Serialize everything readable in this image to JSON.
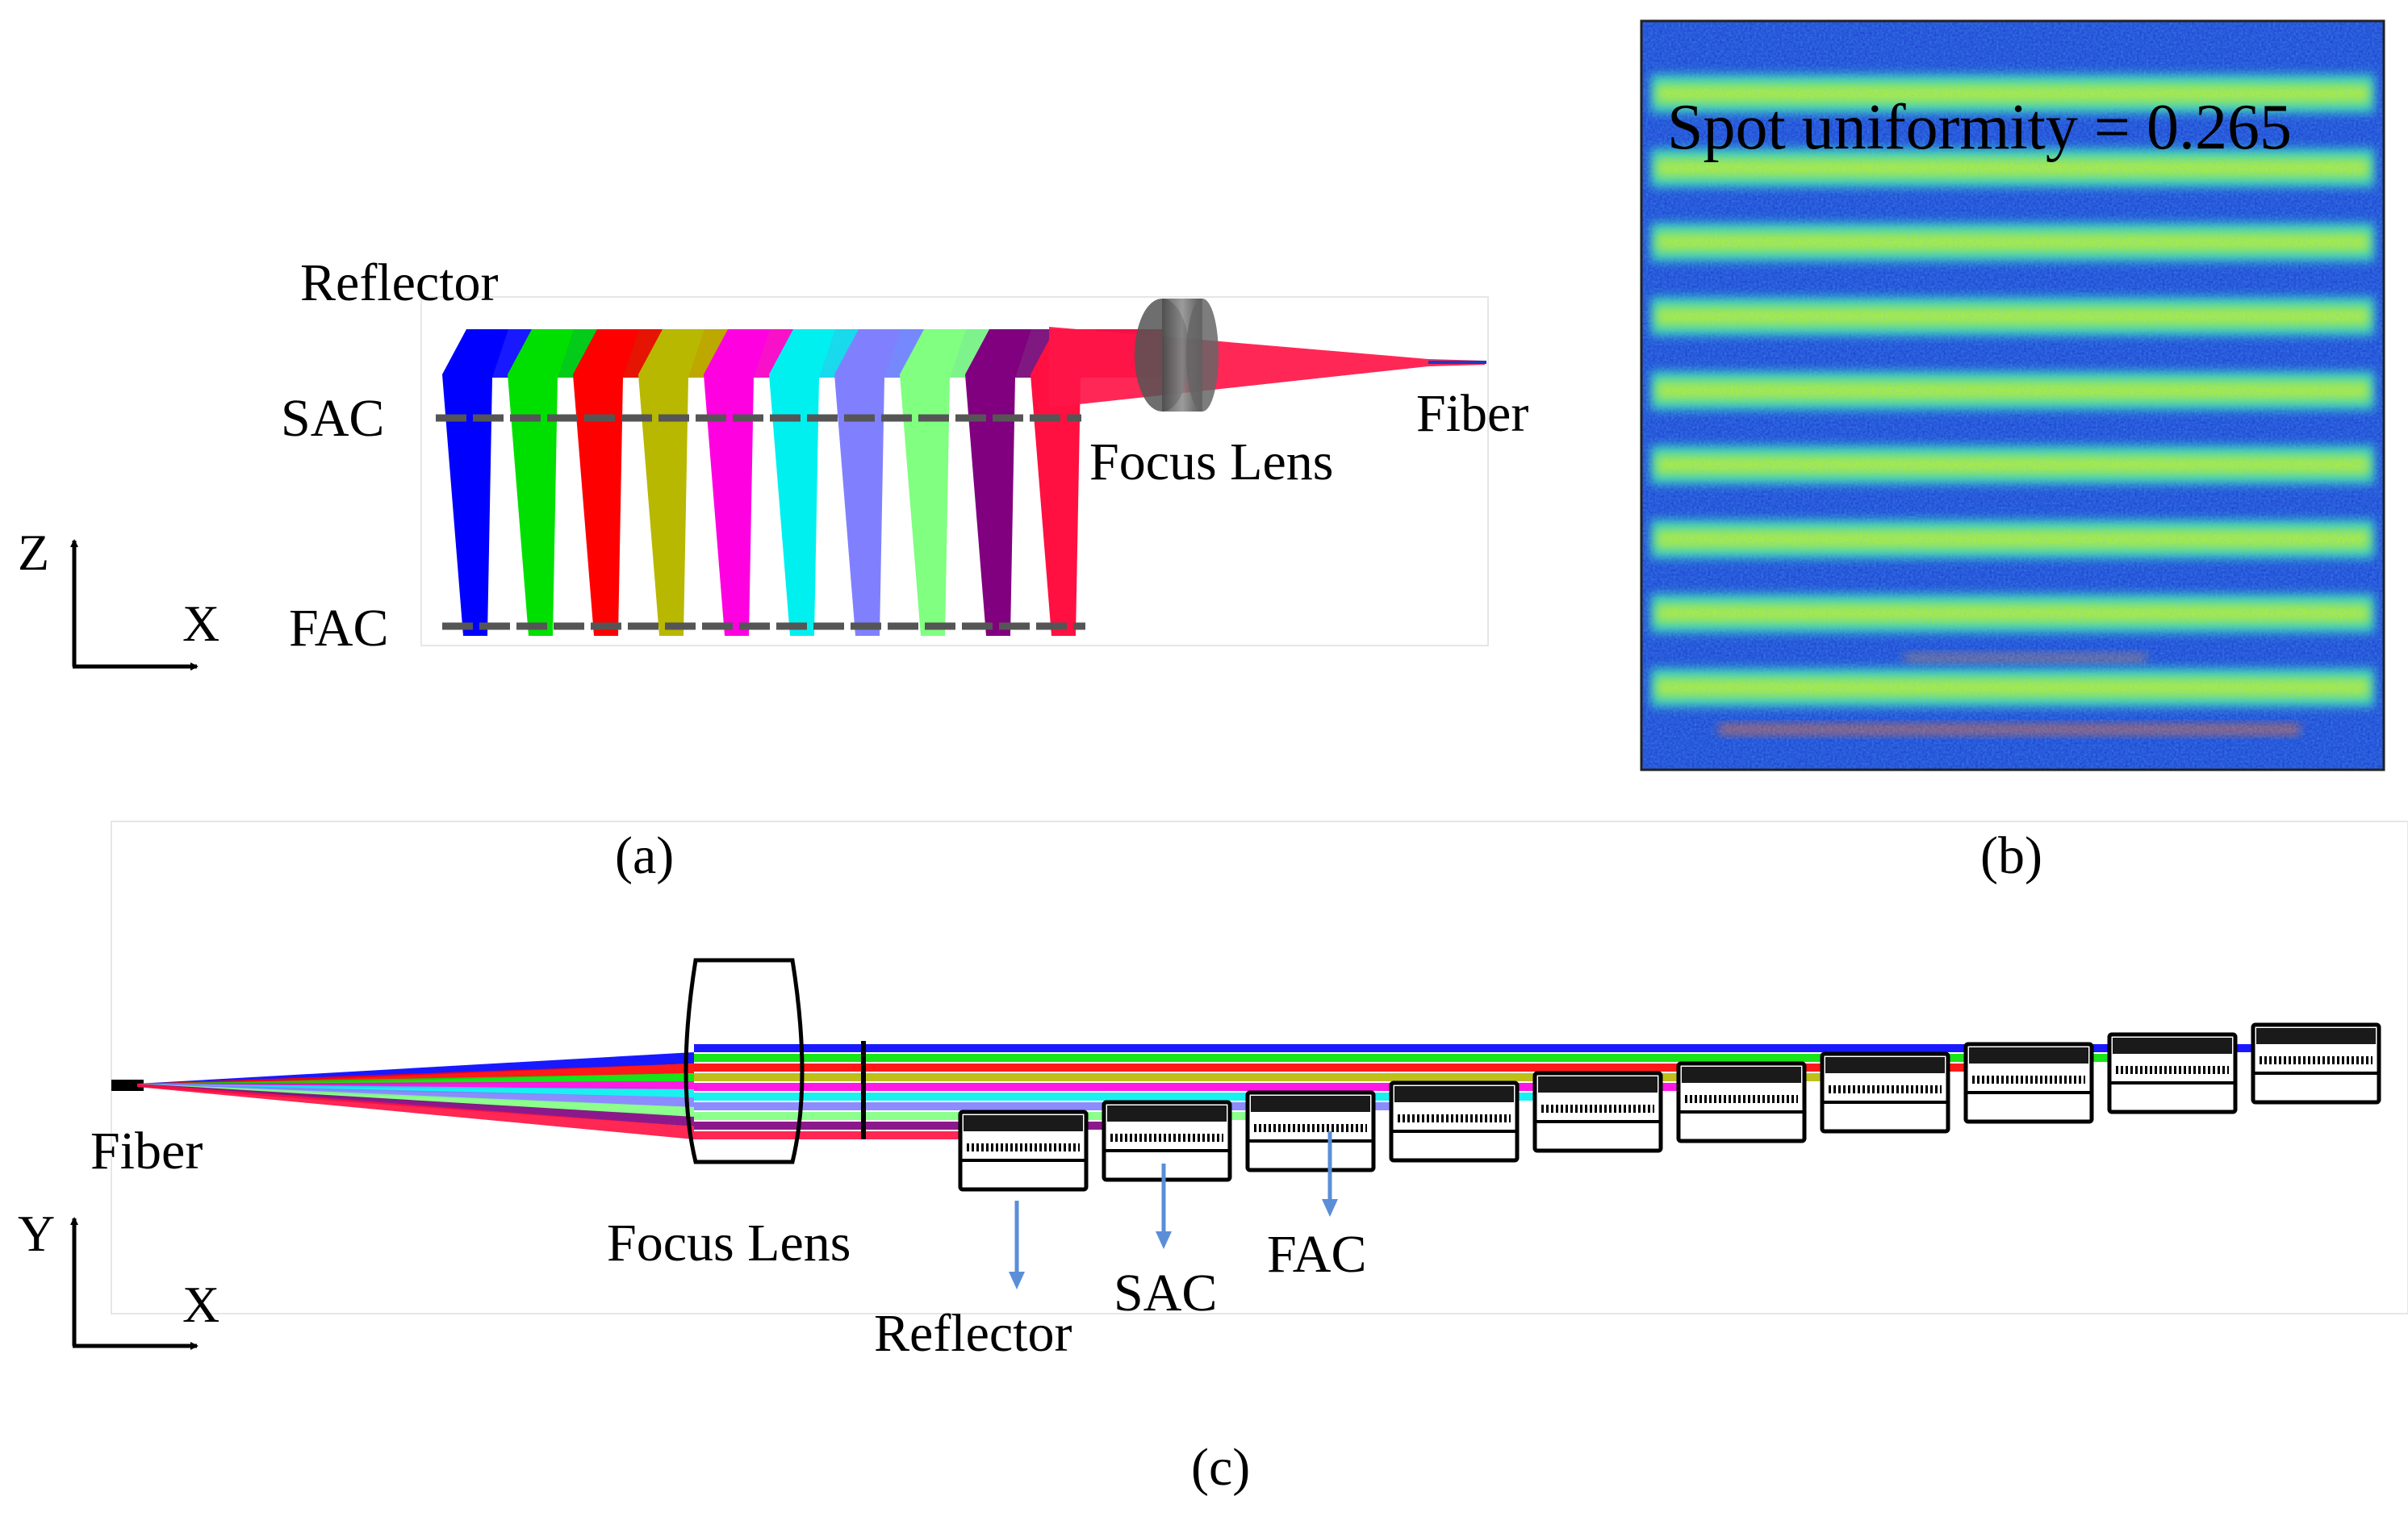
{
  "panel_a": {
    "label": "(a)",
    "reflector_label": "Reflector",
    "sac_label": "SAC",
    "fac_label": "FAC",
    "focus_lens_label": "Focus Lens",
    "fiber_label": "Fiber",
    "axis_vertical": "Z",
    "axis_horizontal": "X",
    "beam_colors": [
      "#0000ff",
      "#00e000",
      "#ff0000",
      "#b8b800",
      "#ff00e0",
      "#00f0f0",
      "#8080ff",
      "#80ff80",
      "#800080",
      "#ff1040"
    ]
  },
  "panel_b": {
    "label": "(b)",
    "uniformity_text": "Spot uniformity = 0.265",
    "stripe_count": 9
  },
  "panel_c": {
    "label": "(c)",
    "fiber_label": "Fiber",
    "focus_lens_label": "Focus Lens",
    "reflector_label": "Reflector",
    "sac_label": "SAC",
    "fac_label": "FAC",
    "axis_vertical": "Y",
    "axis_horizontal": "X",
    "emitter_count": 10,
    "arrow_color": "#5b8ed8"
  }
}
